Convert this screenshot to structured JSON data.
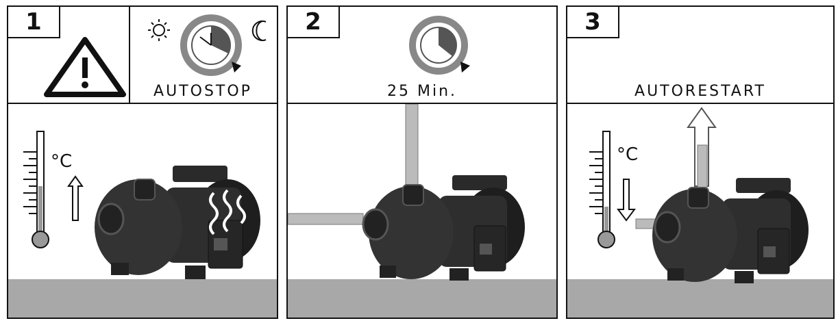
{
  "steps": [
    {
      "number": "1",
      "caption": "AUTOSTOP"
    },
    {
      "number": "2",
      "caption": "25 Min."
    },
    {
      "number": "3",
      "caption": "AUTORESTART"
    }
  ],
  "thermometer_unit": "°C",
  "icons": {
    "warning": "warning-triangle-icon",
    "sun": "sun-icon",
    "moon": "moon-icon",
    "clock": "clock-cycle-icon",
    "arrow_up": "arrow-up-icon",
    "arrow_down": "arrow-down-icon"
  },
  "colors": {
    "floor": "#a8a8a8",
    "pump": "#2a2a2a",
    "thermo_bulb": "#888888"
  }
}
